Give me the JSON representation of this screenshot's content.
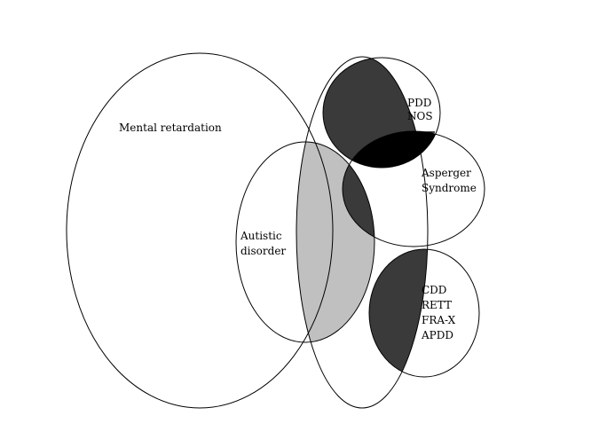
{
  "labels": {
    "mental_retardation": "Mental retardation",
    "pdd_line1": "PDD",
    "pdd_line2": "NOS",
    "asperger_line1": "Asperger",
    "asperger_line2": "Syndrome",
    "autistic_line1": "Autistic",
    "autistic_line2": "disorder",
    "cdd": "CDD",
    "rett": "RETT",
    "frax": "FRA-X",
    "apdd": "APDD"
  },
  "colors": {
    "outline": "#000000",
    "background": "#ffffff",
    "dark_gray": "#3a3a3a",
    "black": "#000000",
    "light_gray": "#c0c0c0"
  }
}
